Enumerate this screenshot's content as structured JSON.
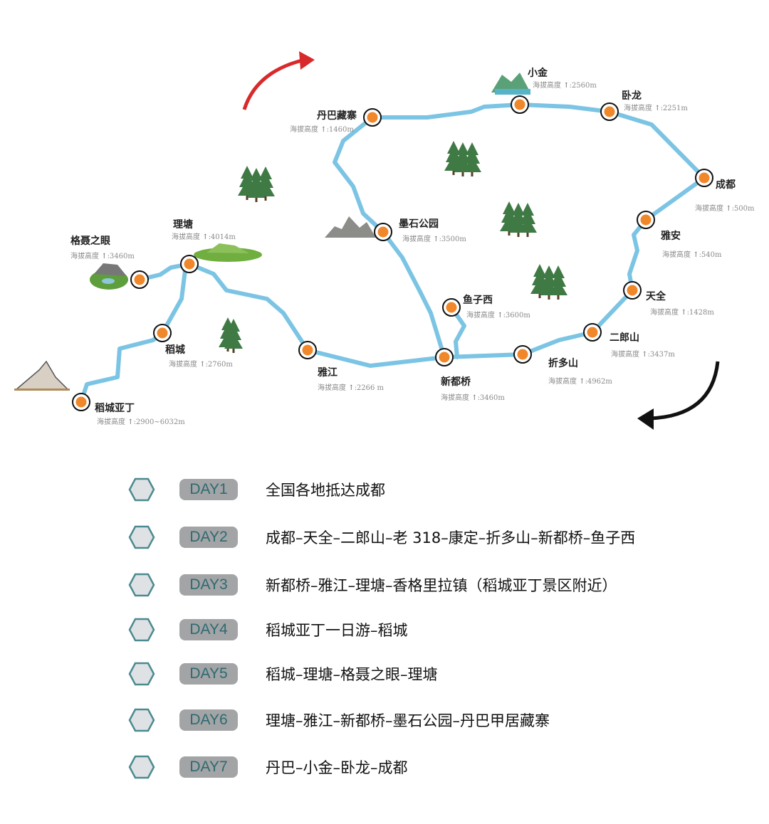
{
  "map": {
    "route_color": "#7cc4e4",
    "stop_color": "#f0872a",
    "altitude_prefix": "海拔高度",
    "stops": [
      {
        "name": "稻城亚丁",
        "altitude": ":2900~6032m"
      },
      {
        "name": "稻城",
        "altitude": ":2760m"
      },
      {
        "name": "理塘",
        "altitude": ":4014m"
      },
      {
        "name": "格聂之眼",
        "altitude": ":3460m"
      },
      {
        "name": "雅江",
        "altitude": ":2266 m"
      },
      {
        "name": "新都桥",
        "altitude": ":3460m"
      },
      {
        "name": "鱼子西",
        "altitude": ":3600m"
      },
      {
        "name": "折多山",
        "altitude": ":4962m"
      },
      {
        "name": "二郎山",
        "altitude": ":3437m"
      },
      {
        "name": "天全",
        "altitude": ":1428m"
      },
      {
        "name": "雅安",
        "altitude": ":540m"
      },
      {
        "name": "成都",
        "altitude": ":500m"
      },
      {
        "name": "卧龙",
        "altitude": ":2251m"
      },
      {
        "name": "小金",
        "altitude": ":2560m"
      },
      {
        "name": "丹巴藏寨",
        "altitude": ":1460m"
      },
      {
        "name": "墨石公园",
        "altitude": ":3500m"
      }
    ]
  },
  "itinerary": [
    {
      "day": "DAY1",
      "route": "全国各地抵达成都"
    },
    {
      "day": "DAY2",
      "route": "成都–天全–二郎山–老 318–康定–折多山–新都桥–鱼子西"
    },
    {
      "day": "DAY3",
      "route": "新都桥–雅江–理塘–香格里拉镇（稻城亚丁景区附近）"
    },
    {
      "day": "DAY4",
      "route": "稻城亚丁一日游–稻城"
    },
    {
      "day": "DAY5",
      "route": "稻城–理塘–格聂之眼–理塘"
    },
    {
      "day": "DAY6",
      "route": "理塘–雅江–新都桥–墨石公园–丹巴甲居藏寨"
    },
    {
      "day": "DAY7",
      "route": "丹巴–小金–卧龙–成都"
    }
  ]
}
